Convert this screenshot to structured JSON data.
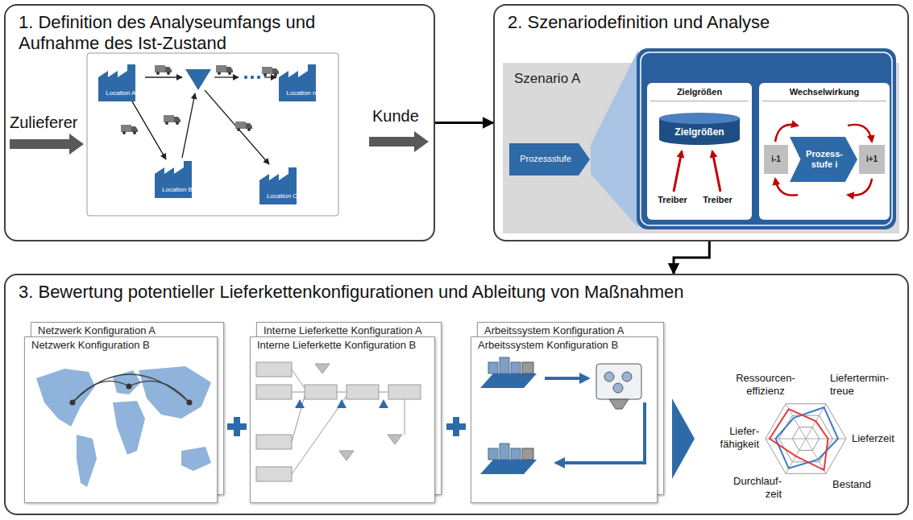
{
  "diagram": {
    "nodes": [
      {
        "text": [
          "1. Definition des Analyseumfangs und Aufnahme des Ist-Zustand"
        ]
      },
      {
        "text": [
          "Location A"
        ],
        "in": 0
      },
      {
        "text": [
          "Location n"
        ],
        "in": 0
      },
      {
        "text": [
          "Location B"
        ],
        "in": 0
      },
      {
        "text": [
          "Location C"
        ],
        "in": 0
      },
      {
        "text": [
          "2. Szenariodefinition und Analyse"
        ]
      },
      {
        "text": [
          "Szenario A"
        ],
        "in": 5
      },
      {
        "text": [
          "Prozessstufe"
        ],
        "in": 6
      },
      {
        "text": [
          "Zielgrößen"
        ],
        "in": 6
      },
      {
        "text": [
          "Zielgrößen"
        ],
        "in": 8
      },
      {
        "text": [
          "Wechselwirkung"
        ],
        "in": 6
      },
      {
        "text": [
          "i-1"
        ],
        "in": 10
      },
      {
        "text": [
          "Prozess- stufe i"
        ],
        "in": 10
      },
      {
        "text": [
          "i+1"
        ],
        "in": 10
      },
      {
        "text": [
          "3. Bewertung potentieller Lieferkettenkonfigurationen und Ableitung von Maßnahmen"
        ]
      },
      {
        "text": [
          "Netzwerk Konfiguration A"
        ],
        "in": 14
      },
      {
        "text": [
          "Netzwerk Konfiguration B"
        ],
        "in": 14
      },
      {
        "text": [
          "Interne Lieferkette Konfiguration A"
        ],
        "in": 14
      },
      {
        "text": [
          "Interne Lieferkette Konfiguration B"
        ],
        "in": 14
      },
      {
        "text": [
          "Arbeitssystem Konfiguration A"
        ],
        "in": 14
      },
      {
        "text": [
          "Arbeitssystem Konfiguration B"
        ],
        "in": 14
      }
    ],
    "edges": [
      {
        "from": 0,
        "to": 5,
        "arrow": "to"
      },
      {
        "from": 5,
        "to": 14,
        "arrow": "to"
      },
      {
        "from": 1,
        "to": 3,
        "arrow": "to"
      }
    ],
    "labels": [
      "Zulieferer",
      "Kunde",
      "Treiber",
      "Treiber",
      "Ressourcen- effizienz",
      "Liefertermin- treue",
      "Liefer- fähigkeit",
      "Lieferzeit",
      "Durchlauf- zeit",
      "Bestand"
    ]
  }
}
